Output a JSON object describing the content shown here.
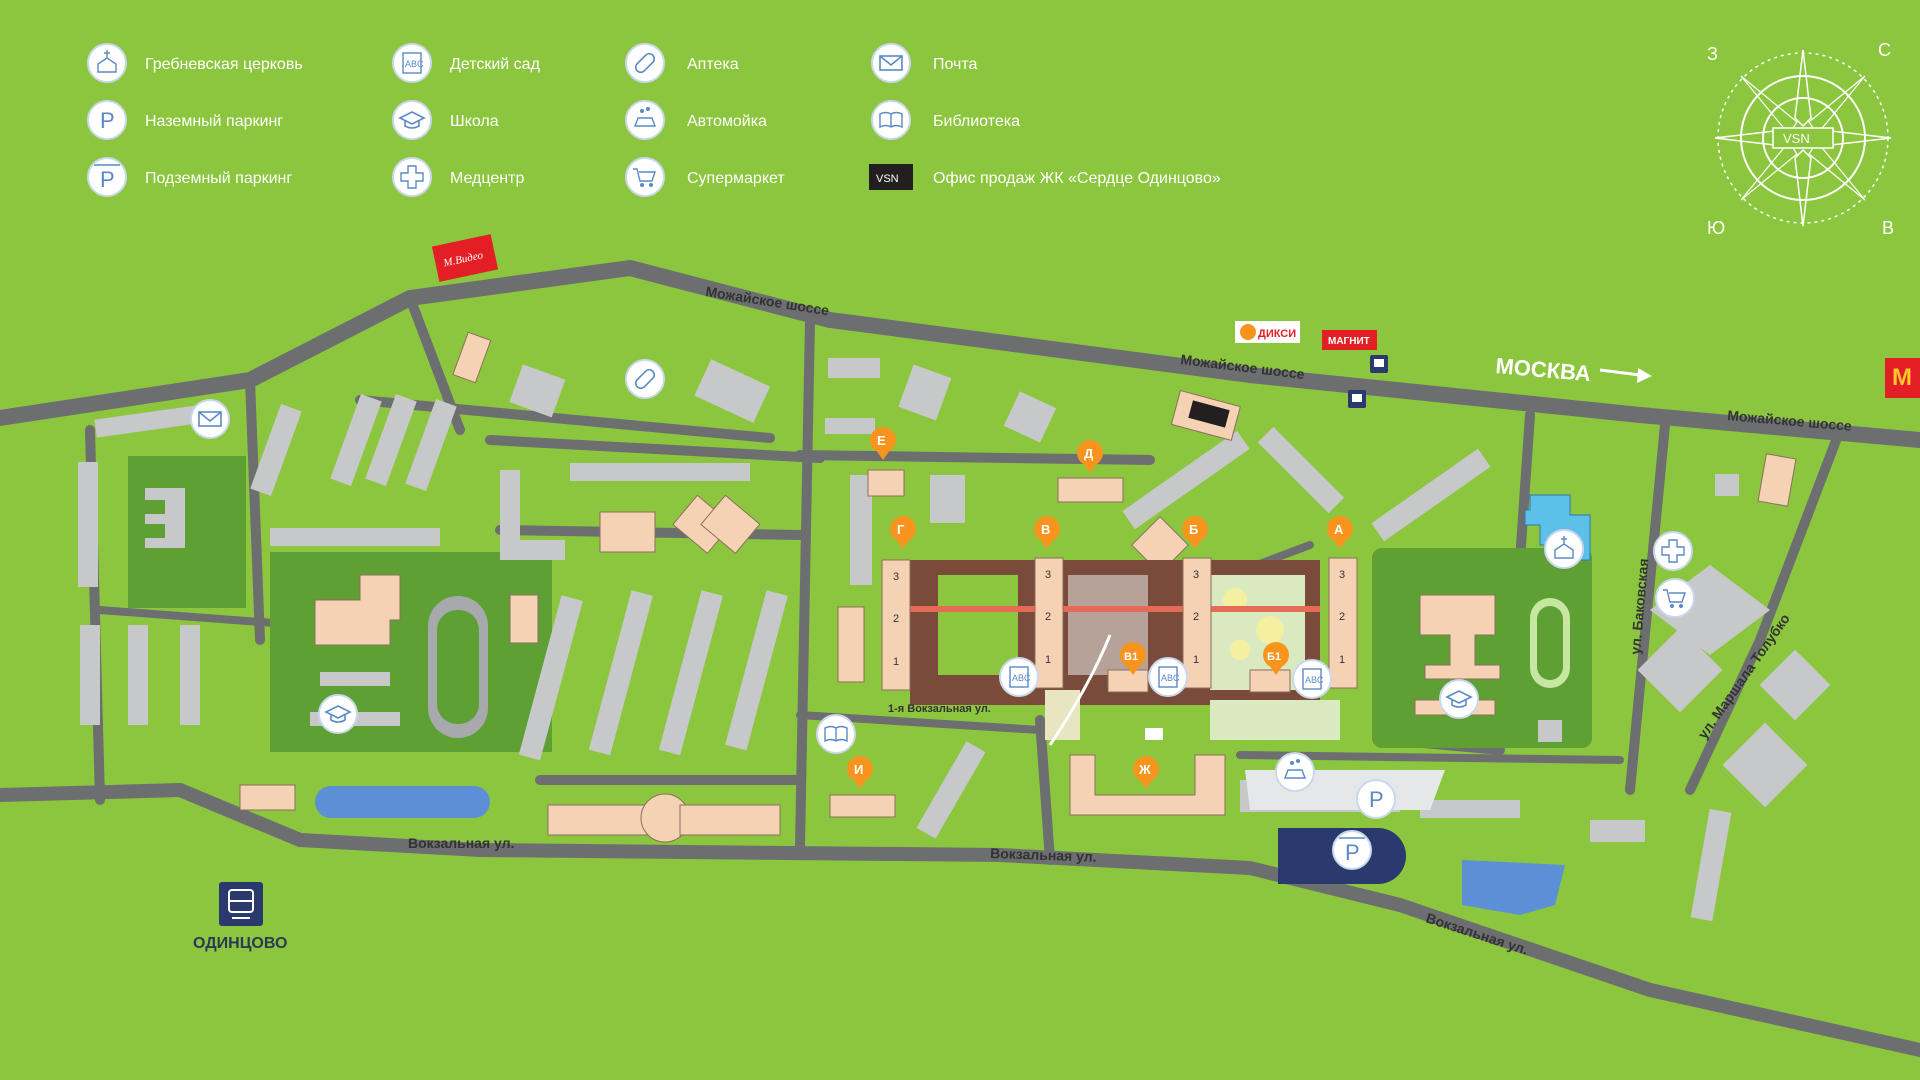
{
  "legend": {
    "items": [
      {
        "label": "Гребневская церковь",
        "icon": "church-icon"
      },
      {
        "label": "Наземный паркинг",
        "icon": "parking-icon"
      },
      {
        "label": "Подземный паркинг",
        "icon": "underground-parking-icon"
      },
      {
        "label": "Детский сад",
        "icon": "kindergarten-icon"
      },
      {
        "label": "Школа",
        "icon": "school-icon"
      },
      {
        "label": "Медцентр",
        "icon": "medical-icon"
      },
      {
        "label": "Аптека",
        "icon": "pharmacy-icon"
      },
      {
        "label": "Автомойка",
        "icon": "carwash-icon"
      },
      {
        "label": "Супермаркет",
        "icon": "supermarket-icon"
      },
      {
        "label": "Почта",
        "icon": "mail-icon"
      },
      {
        "label": "Библиотека",
        "icon": "library-icon"
      },
      {
        "label": "Офис продаж ЖК «Сердце Одинцово»",
        "icon": "vsn-office-icon"
      }
    ]
  },
  "brand": {
    "logo_text": "VSN"
  },
  "compass": {
    "north": "С",
    "east": "В",
    "south": "Ю",
    "west": "З"
  },
  "roads": {
    "mozhayskoe_1": "Можайское шоссе",
    "mozhayskoe_2": "Можайское шоссе",
    "mozhayskoe_3": "Можайское шоссе",
    "vokzalnaya_1": "Вокзальная ул.",
    "vokzalnaya_2": "Вокзальная ул.",
    "vokzalnaya_3": "Вокзальная ул.",
    "vokzalnaya_first": "1-я Вокзальная ул.",
    "bakovskaya": "ул. Баковская",
    "marshala_tolubko": "ул. Маршала Толубко"
  },
  "direction": {
    "label": "МОСКВА"
  },
  "station": {
    "label": "ОДИНЦОВО"
  },
  "stores": {
    "mvideo": "М.Видео",
    "dixy": "ДИКСИ",
    "magnit": "МАГНИТ"
  },
  "buildings": {
    "markers": [
      "Е",
      "Д",
      "Г",
      "В",
      "Б",
      "А",
      "В1",
      "Б1",
      "И",
      "Ж"
    ],
    "sections": [
      "3",
      "2",
      "1"
    ]
  },
  "colors": {
    "grass": "#8cc63f",
    "road": "#6d6e70",
    "building": "#f6d2b5",
    "marker": "#f7941d",
    "school_area": "#5fa035",
    "water": "#5b8fd6"
  }
}
